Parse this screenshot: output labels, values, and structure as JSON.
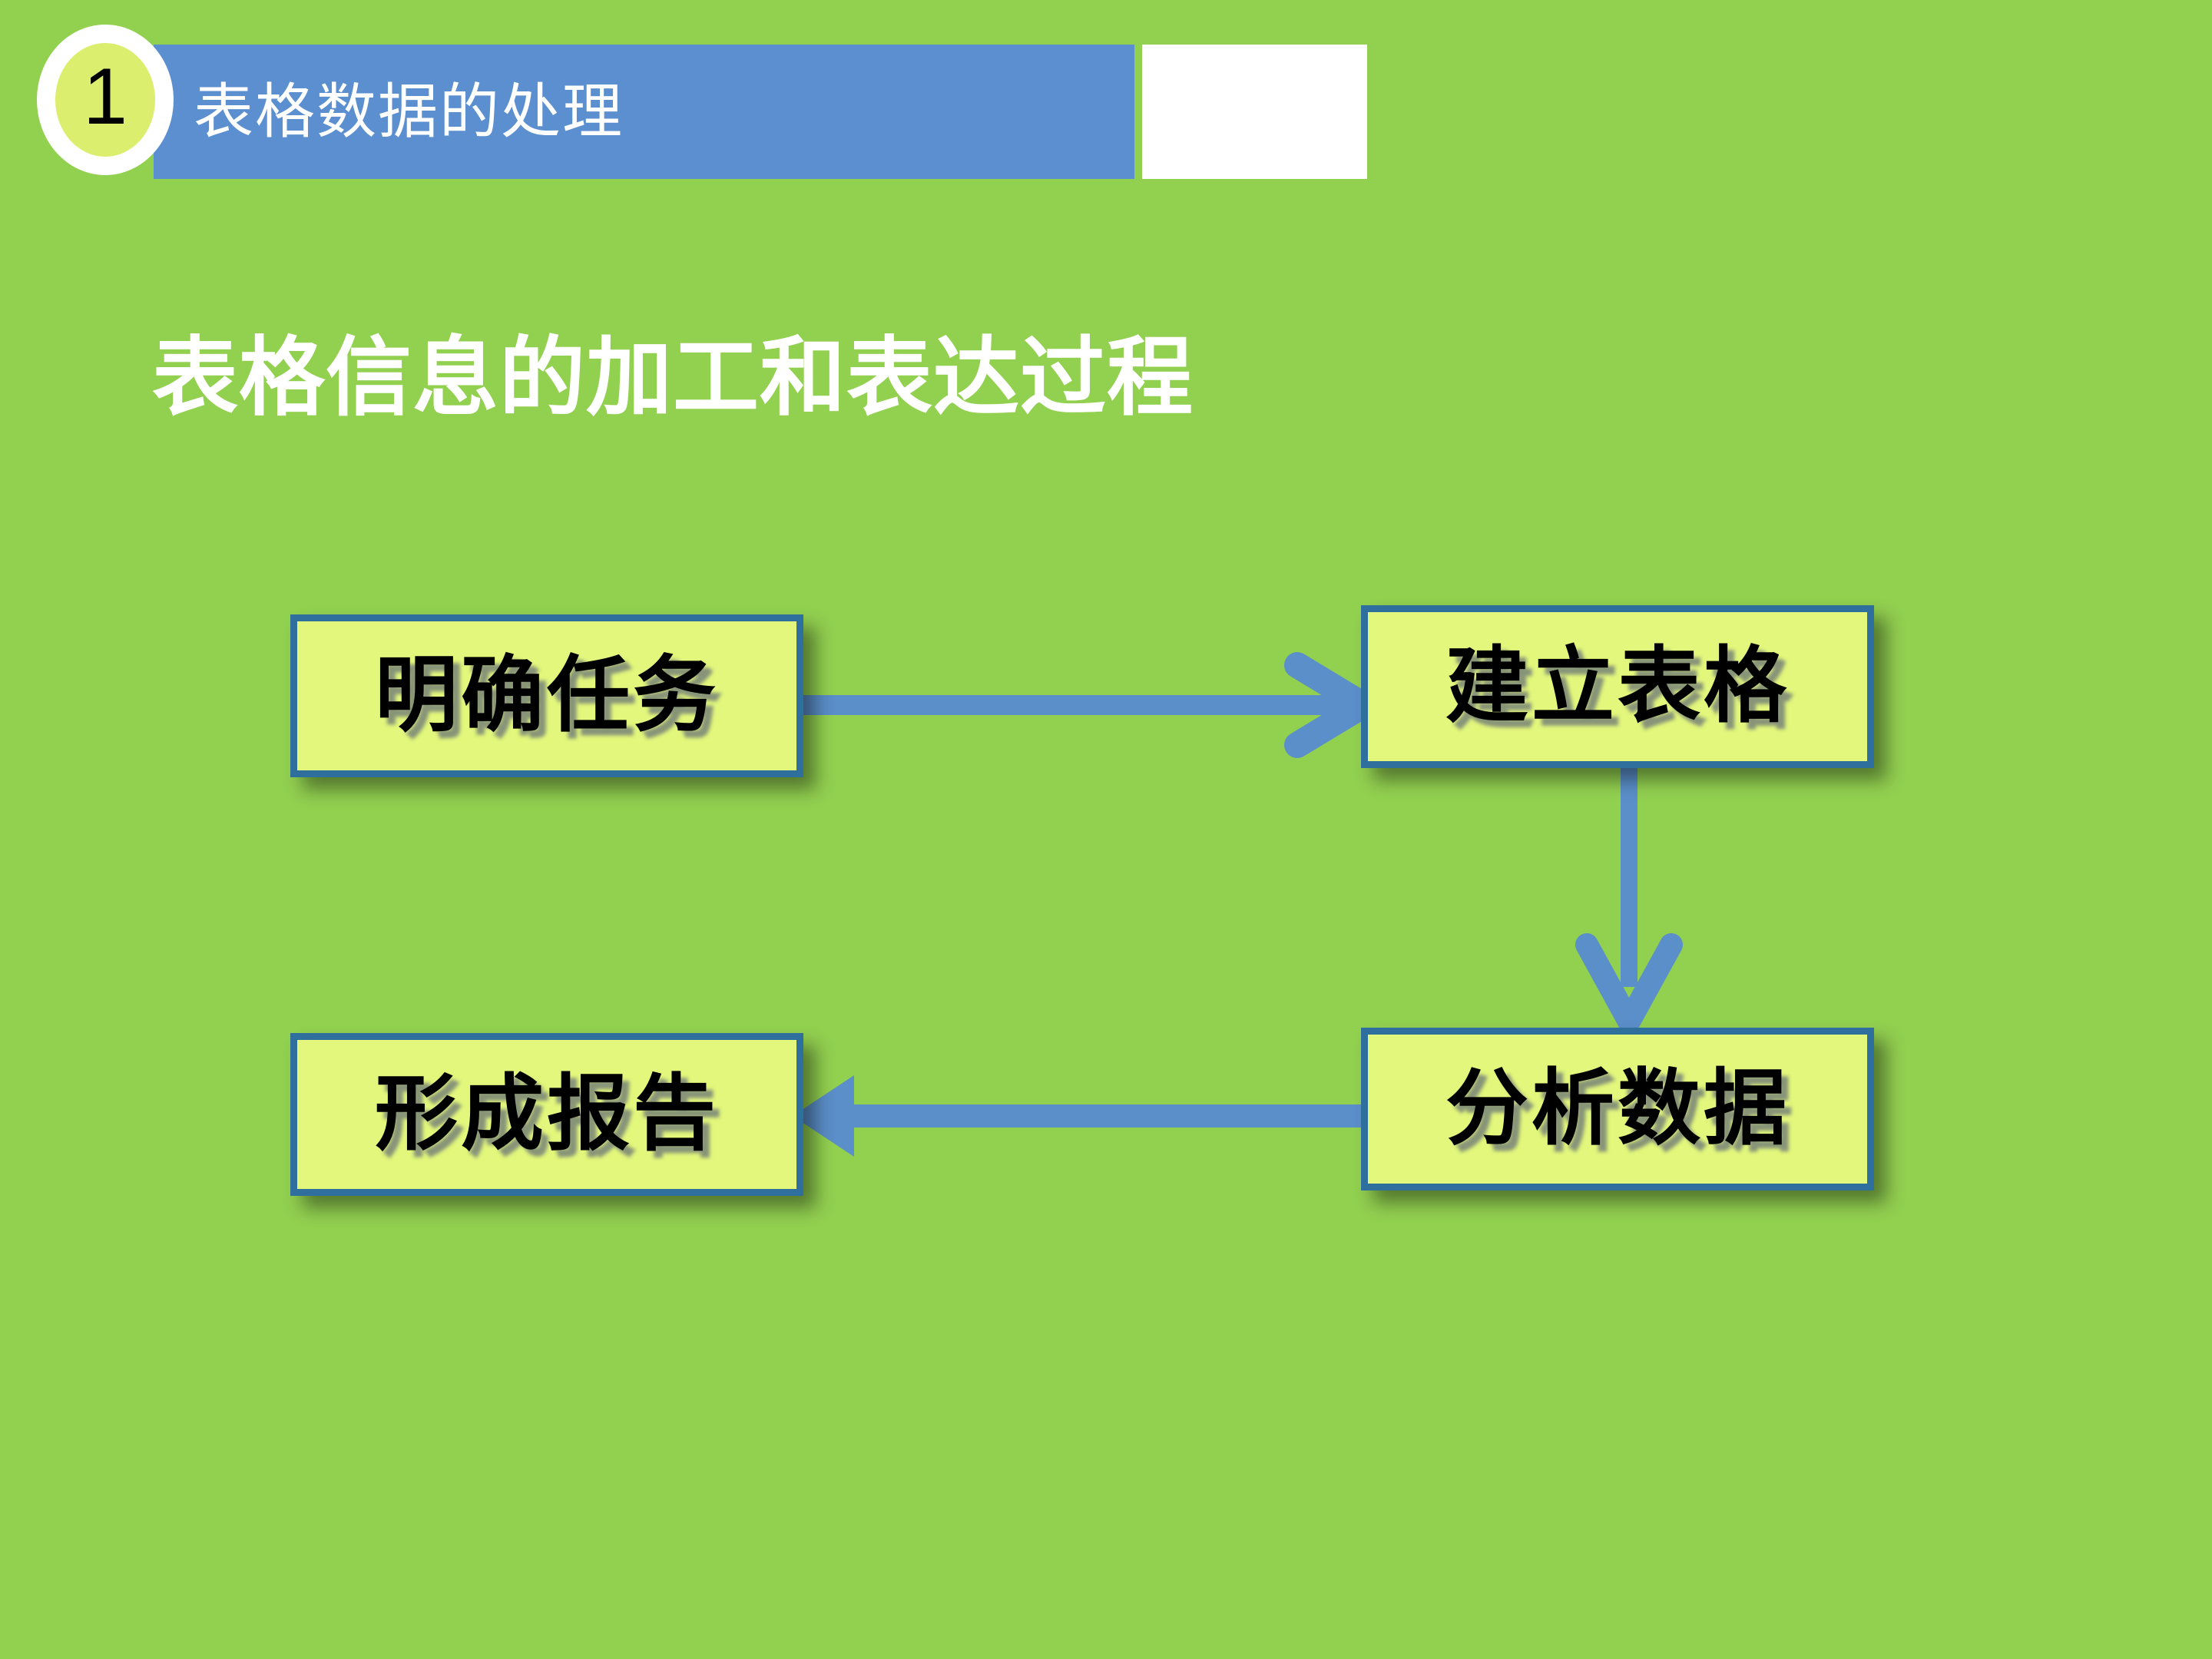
{
  "slide": {
    "background_color": "#92D050",
    "accent_blue": "#5B8FD0",
    "node_fill": "#E3F77C",
    "node_border": "#2E6F9E",
    "arrow_color": "#5B8FC9"
  },
  "header": {
    "badge_number": "1",
    "section_title": "表格数据的处理"
  },
  "main": {
    "heading": "表格信息的加工和表达过程"
  },
  "flowchart": {
    "type": "diagram",
    "nodes": [
      {
        "id": "n1",
        "label": "明确任务",
        "position": "top-left"
      },
      {
        "id": "n2",
        "label": "建立表格",
        "position": "top-right"
      },
      {
        "id": "n3",
        "label": "分析数据",
        "position": "bottom-right"
      },
      {
        "id": "n4",
        "label": "形成报告",
        "position": "bottom-left"
      }
    ],
    "edges": [
      {
        "from": "n1",
        "to": "n2",
        "direction": "right"
      },
      {
        "from": "n2",
        "to": "n3",
        "direction": "down"
      },
      {
        "from": "n3",
        "to": "n4",
        "direction": "left"
      }
    ]
  }
}
